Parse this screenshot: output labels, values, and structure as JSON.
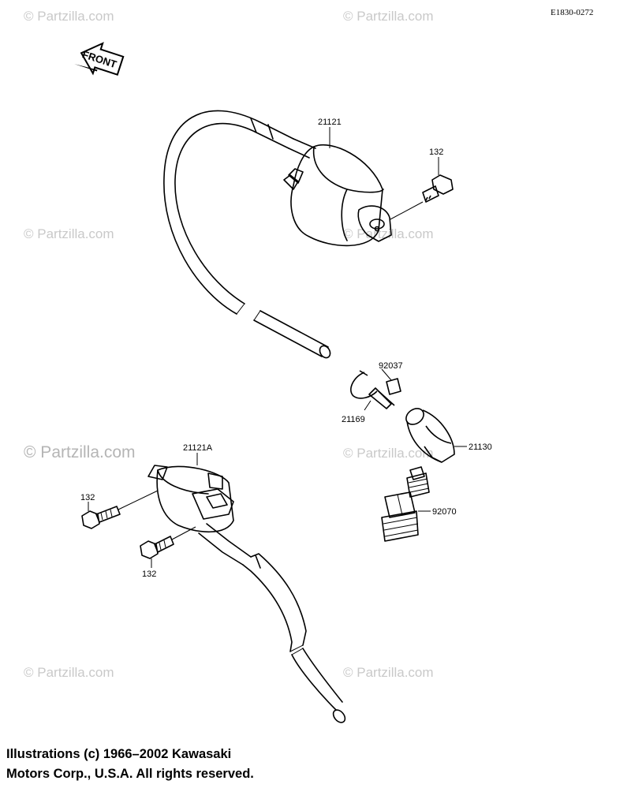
{
  "diagram_code": "E1830-0272",
  "front_label": "FRONT",
  "watermark": "© Partzilla.com",
  "parts": {
    "coil_upper": "21121",
    "coil_lower": "21121A",
    "bolt_upper": "132",
    "bolt_lower_a": "132",
    "bolt_lower_b": "132",
    "clamp": "92037",
    "clip": "21169",
    "plug_cap": "21130",
    "spark_plug": "92070"
  },
  "copyright": {
    "line1": "Illustrations (c) 1966–2002 Kawasaki",
    "line2": "Motors Corp., U.S.A.  All rights reserved."
  }
}
